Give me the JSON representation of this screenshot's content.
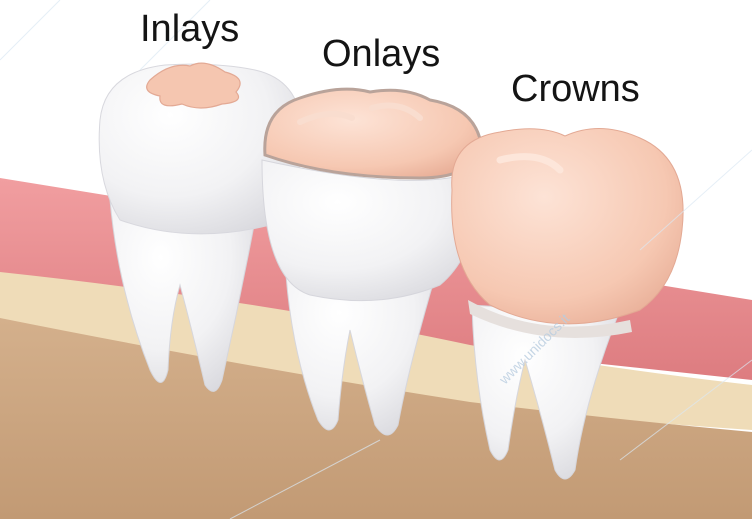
{
  "labels": {
    "inlays": "Inlays",
    "onlays": "Onlays",
    "crowns": "Crowns"
  },
  "watermark": "www.unidocs.it",
  "colors": {
    "gum": "#e88b8e",
    "bone_cream": "#efdcb8",
    "bone_tan": "#c9a37e",
    "enamel": "#f3f3f5",
    "restoration": "#f6c9b4"
  }
}
